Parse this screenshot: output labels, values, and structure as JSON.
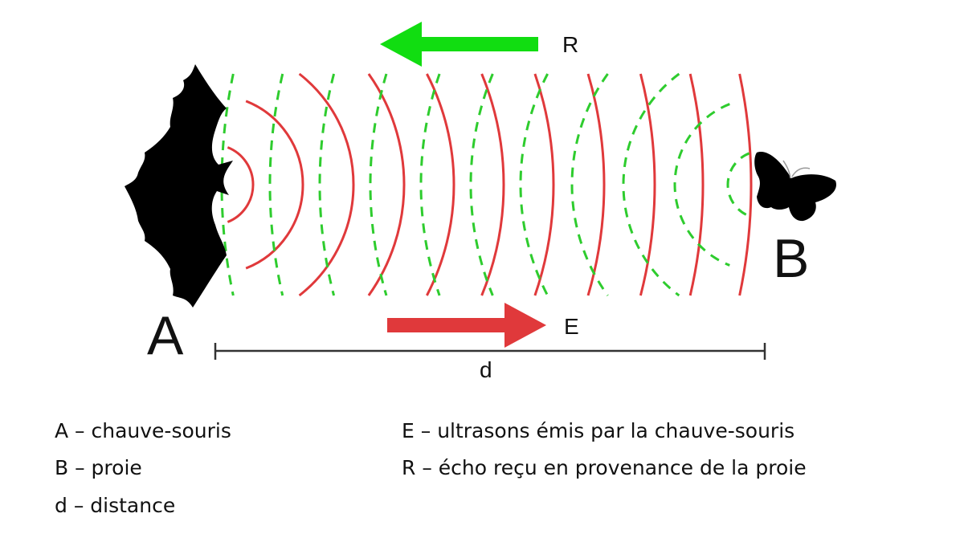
{
  "labels": {
    "A": "A",
    "B": "B",
    "R": "R",
    "E": "E",
    "d": "d"
  },
  "legend": {
    "left": [
      "A – chauve-souris",
      "B – proie",
      "d – distance"
    ],
    "right": [
      "E – ultrasons émis par la chauve-souris",
      "R – écho reçu en provenance de la proie"
    ]
  },
  "colors": {
    "emitted": "#e0393b",
    "echo": "#2ecc2e",
    "echo_arrow": "#11dd11",
    "silhouette": "#000000",
    "distance_line": "#333333"
  },
  "icons": {
    "bat": "bat-silhouette",
    "prey": "butterfly-silhouette"
  }
}
